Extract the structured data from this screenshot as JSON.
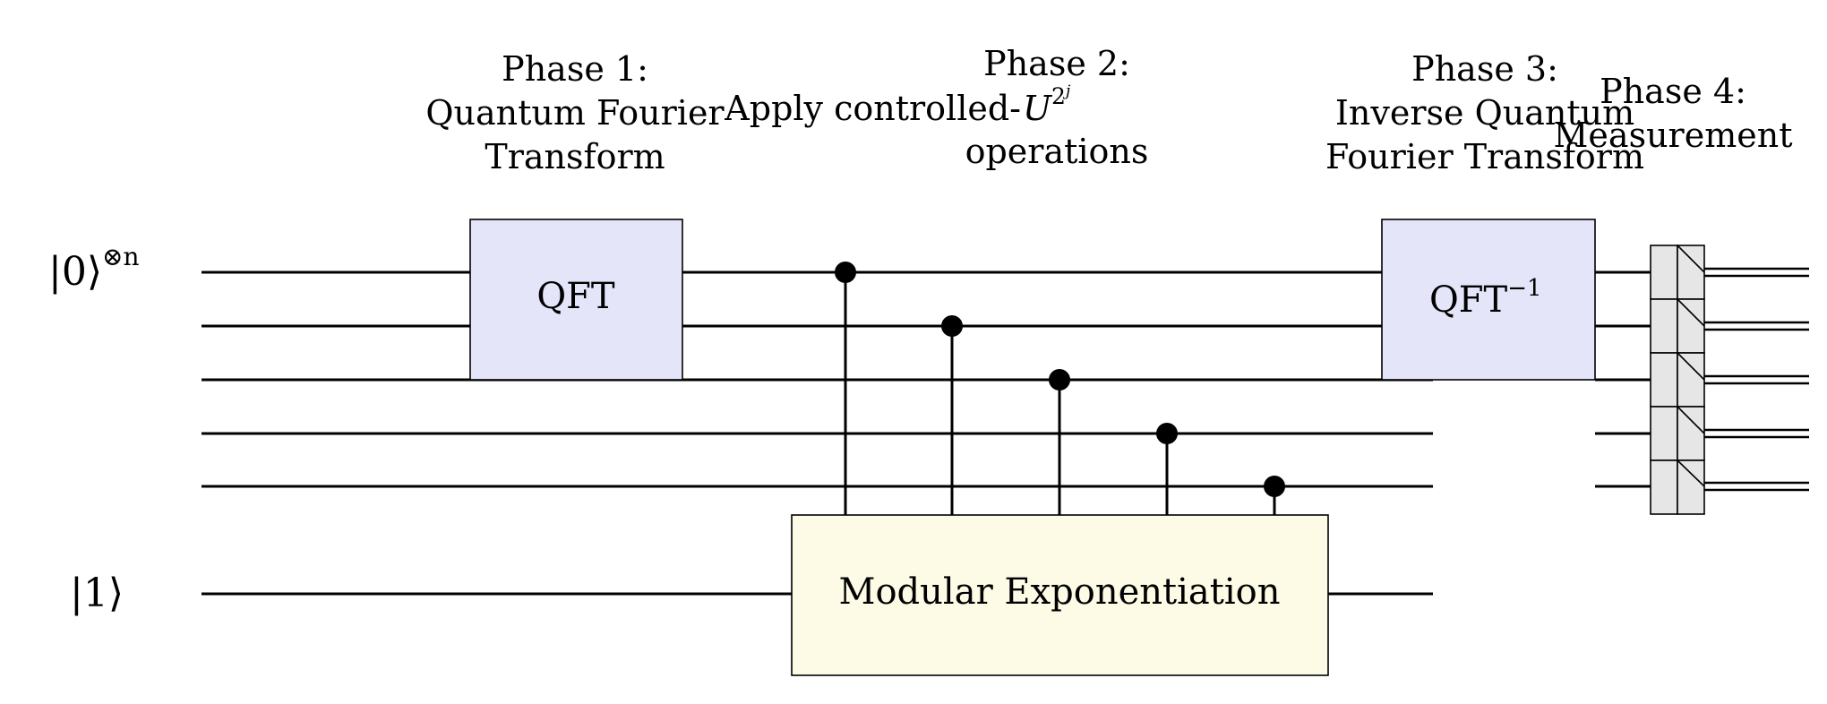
{
  "phases": [
    {
      "lines": [
        "Phase 1:",
        "Quantum Fourier",
        "Transform"
      ]
    },
    {
      "lines": [
        "Phase 2:",
        "Apply controlled-",
        "operations"
      ],
      "math": {
        "base": "U",
        "sup_base": "2",
        "sup_exp": "j"
      }
    },
    {
      "lines": [
        "Phase 3:",
        "Inverse Quantum",
        "Fourier Transform"
      ]
    },
    {
      "lines": [
        "Phase 4:",
        "Measurement"
      ]
    }
  ],
  "registers": {
    "counting": {
      "ket": "|0⟩",
      "sup": "⊗n",
      "qubits": 5
    },
    "work": {
      "ket": "|1⟩"
    }
  },
  "gates": {
    "qft": "QFT",
    "qft_inverse": {
      "base": "QFT",
      "sup": "−1"
    },
    "modexp": "Modular Exponentiation"
  },
  "colors": {
    "qft_fill": "#e5e5fa",
    "modexp_fill": "#fdfbe6",
    "meter_fill": "#e6e6e6",
    "wire": "#000000"
  }
}
